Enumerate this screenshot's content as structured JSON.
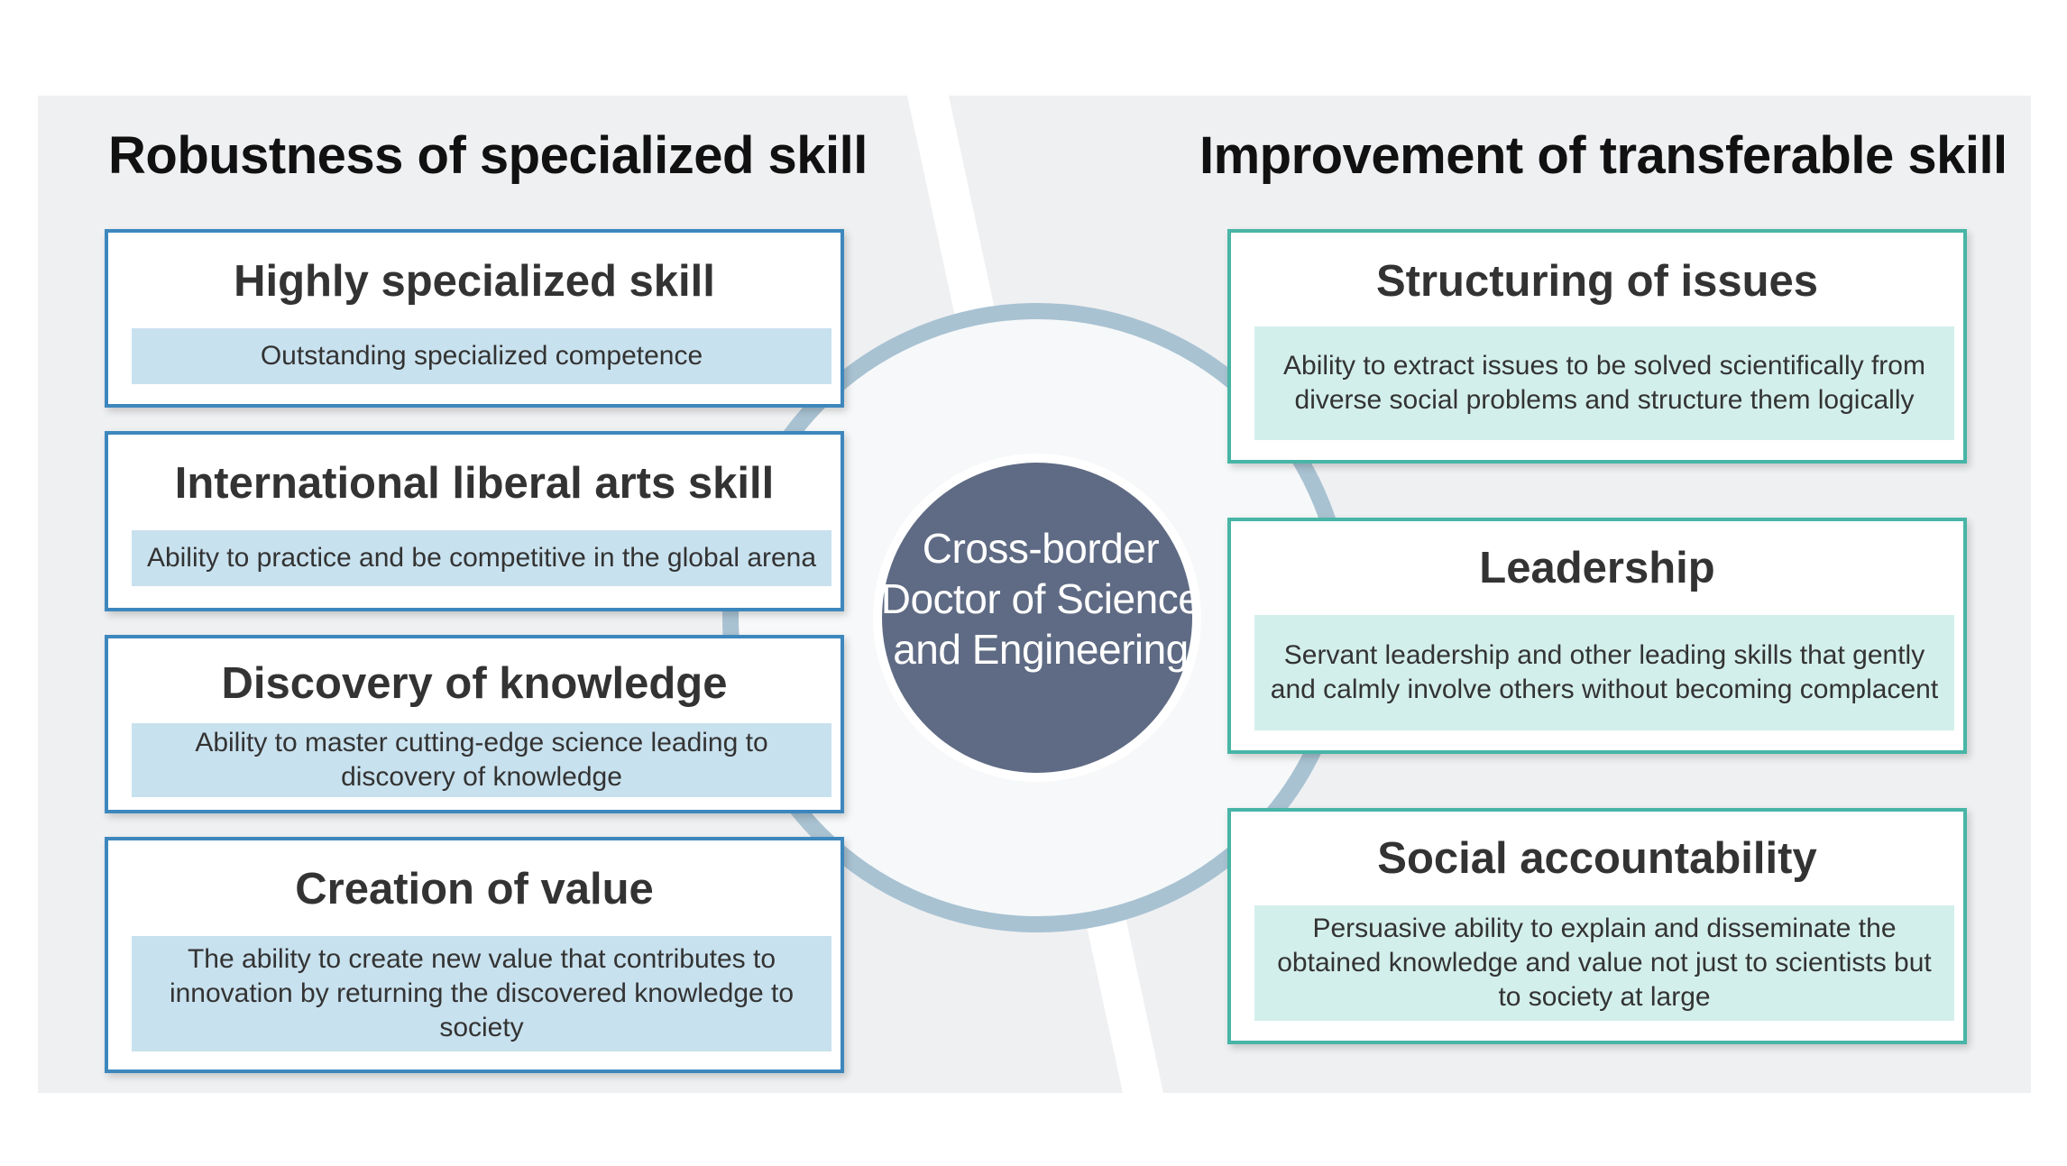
{
  "left_panel": {
    "title": "Robustness of specialized skill",
    "cards": [
      {
        "title": "Highly specialized skill",
        "description": "Outstanding specialized competence"
      },
      {
        "title": "International liberal arts skill",
        "description": "Ability to practice and be competitive in the global arena"
      },
      {
        "title": "Discovery of knowledge",
        "description": "Ability to master cutting-edge science leading to discovery of knowledge"
      },
      {
        "title": "Creation of value",
        "description": "The ability to create new value that contributes to innovation by returning the discovered knowledge to society"
      }
    ]
  },
  "right_panel": {
    "title": "Improvement of transferable skill",
    "cards": [
      {
        "title": "Structuring of issues",
        "description": "Ability to extract issues to be solved scientifically from diverse social problems and structure them logically"
      },
      {
        "title": "Leadership",
        "description": "Servant leadership and other leading skills that gently and calmly involve others without becoming complacent"
      },
      {
        "title": "Social accountability",
        "description": "Persuasive ability to explain and disseminate the obtained knowledge and value not just to scientists but to society at large"
      }
    ]
  },
  "center": {
    "label": "Cross-border Doctor of Science and Engineering"
  },
  "colors": {
    "left_border": "#3d87bd",
    "left_fill": "#c8e1ee",
    "right_border": "#48b5a6",
    "right_fill": "#d3efeb",
    "center_circle": "#5f6b84",
    "ring": "#a8c2d2",
    "panel": "#eff0f2"
  }
}
